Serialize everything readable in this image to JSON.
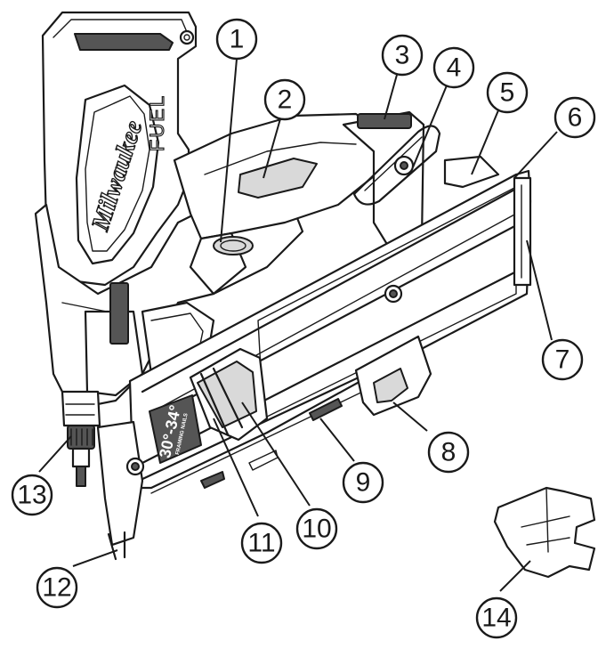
{
  "diagram": {
    "brand_text": "Milwaukee",
    "model_text": "FUEL",
    "magazine_label": "30°-34°",
    "magazine_sublabel": "FRAMING NAILS",
    "callouts": [
      {
        "number": "1"
      },
      {
        "number": "2"
      },
      {
        "number": "3"
      },
      {
        "number": "4"
      },
      {
        "number": "5"
      },
      {
        "number": "6"
      },
      {
        "number": "7"
      },
      {
        "number": "8"
      },
      {
        "number": "9"
      },
      {
        "number": "10"
      },
      {
        "number": "11"
      },
      {
        "number": "12"
      },
      {
        "number": "13"
      },
      {
        "number": "14"
      }
    ]
  }
}
